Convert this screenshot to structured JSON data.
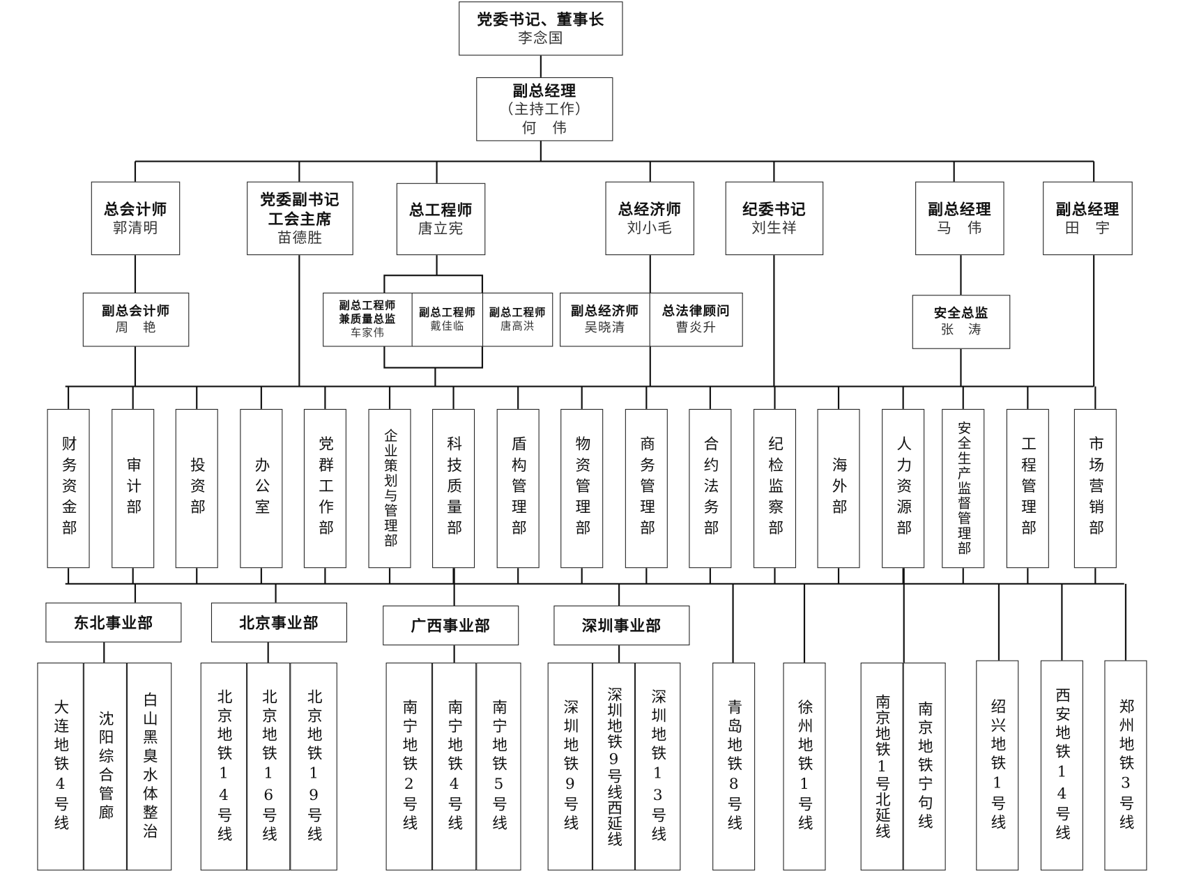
{
  "chairman": {
    "title": "党委书记、董事长",
    "name": "李念国"
  },
  "gm": {
    "title": "副总经理",
    "note": "（主持工作）",
    "name": "何　伟"
  },
  "executives": [
    {
      "title": "总会计师",
      "name": "郭清明"
    },
    {
      "title": "党委副书记",
      "title2": "工会主席",
      "name": "苗德胜"
    },
    {
      "title": "总工程师",
      "name": "唐立宪"
    },
    {
      "title": "总经济师",
      "name": "刘小毛"
    },
    {
      "title": "纪委书记",
      "name": "刘生祥"
    },
    {
      "title": "副总经理",
      "name": "马　伟"
    },
    {
      "title": "副总经理",
      "name": "田　宇"
    }
  ],
  "deputies": [
    {
      "title": "副总会计师",
      "name": "周　艳"
    },
    {
      "title": "副总工程师",
      "title2": "兼质量总监",
      "name": "车家伟"
    },
    {
      "title": "副总工程师",
      "name": "戴佳临"
    },
    {
      "title": "副总工程师",
      "name": "唐高洪"
    },
    {
      "title": "副总经济师",
      "name": "吴晓清"
    },
    {
      "title": "总法律顾问",
      "name": "曹炎升"
    },
    {
      "title": "安全总监",
      "name": "张　涛"
    }
  ],
  "departments": [
    "财务资金部",
    "审计部",
    "投资部",
    "办公室",
    "党群工作部",
    "企业策划与管理部",
    "科技质量部",
    "盾构管理部",
    "物资管理部",
    "商务管理部",
    "合约法务部",
    "纪检监察部",
    "海外部",
    "人力资源部",
    "安全生产监督管理部",
    "工程管理部",
    "市场营销部"
  ],
  "business_units": [
    "东北事业部",
    "北京事业部",
    "广西事业部",
    "深圳事业部"
  ],
  "projects": {
    "dongbei": [
      "大连地铁4号线",
      "沈阳综合管廊",
      "白山黑臭水体整治"
    ],
    "beijing": [
      "北京地铁14号线",
      "北京地铁16号线",
      "北京地铁19号线"
    ],
    "guangxi": [
      "南宁地铁2号线",
      "南宁地铁4号线",
      "南宁地铁5号线"
    ],
    "shenzhen": [
      "深圳地铁9号线",
      "深圳地铁9号线西延线",
      "深圳地铁13号线"
    ],
    "independent": [
      "青岛地铁8号线",
      "徐州地铁1号线",
      "南京地铁1号北延线",
      "南京地铁宁句线",
      "绍兴地铁1号线",
      "西安地铁14号线",
      "郑州地铁3号线"
    ]
  }
}
